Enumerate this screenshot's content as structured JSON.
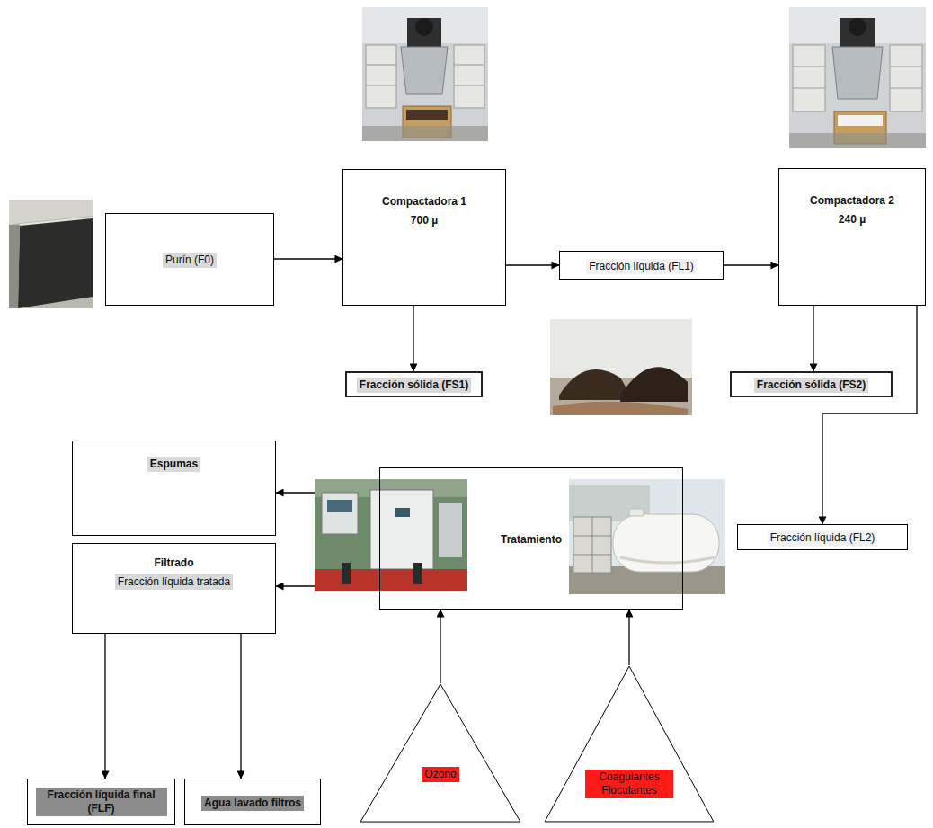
{
  "diagram": {
    "nodes": [
      {
        "text": [
          "Purín (F0)"
        ]
      },
      {
        "text": [
          "Compactadora 1",
          "700 µ"
        ]
      },
      {
        "text": [
          "Fracción líquida (FL1)"
        ]
      },
      {
        "text": [
          "Compactadora 2",
          "240 µ"
        ]
      },
      {
        "text": [
          "Fracción sólida (FS1)"
        ]
      },
      {
        "text": [
          "Fracción sólida (FS2)"
        ]
      },
      {
        "text": [
          "Espumas"
        ]
      },
      {
        "text": [
          "Tratamiento"
        ]
      },
      {
        "text": [
          "Fracción líquida (FL2)"
        ]
      },
      {
        "text": [
          "Filtrado",
          "Fracción líquida tratada"
        ]
      },
      {
        "text": [
          "Fracción líquida final (FLF)"
        ]
      },
      {
        "text": [
          "Agua lavado filtros"
        ]
      },
      {
        "text": [
          "Ozono"
        ]
      },
      {
        "text": [
          "Coagulantes Floculantes"
        ]
      }
    ],
    "edges": [
      {
        "from": 0,
        "to": 1,
        "arrow": "to"
      },
      {
        "from": 1,
        "to": 2,
        "arrow": "to"
      },
      {
        "from": 2,
        "to": 3,
        "arrow": "to"
      },
      {
        "from": 1,
        "to": 4,
        "arrow": "to"
      },
      {
        "from": 3,
        "to": 5,
        "arrow": "to"
      },
      {
        "from": 3,
        "to": 8,
        "arrow": "to"
      },
      {
        "from": 7,
        "to": 6,
        "arrow": "to"
      },
      {
        "from": 7,
        "to": 9,
        "arrow": "to"
      },
      {
        "from": 9,
        "to": 10,
        "arrow": "to"
      },
      {
        "from": 9,
        "to": 11,
        "arrow": "to"
      },
      {
        "from": 12,
        "to": 7,
        "arrow": "to"
      },
      {
        "from": 13,
        "to": 7,
        "arrow": "to"
      }
    ]
  }
}
